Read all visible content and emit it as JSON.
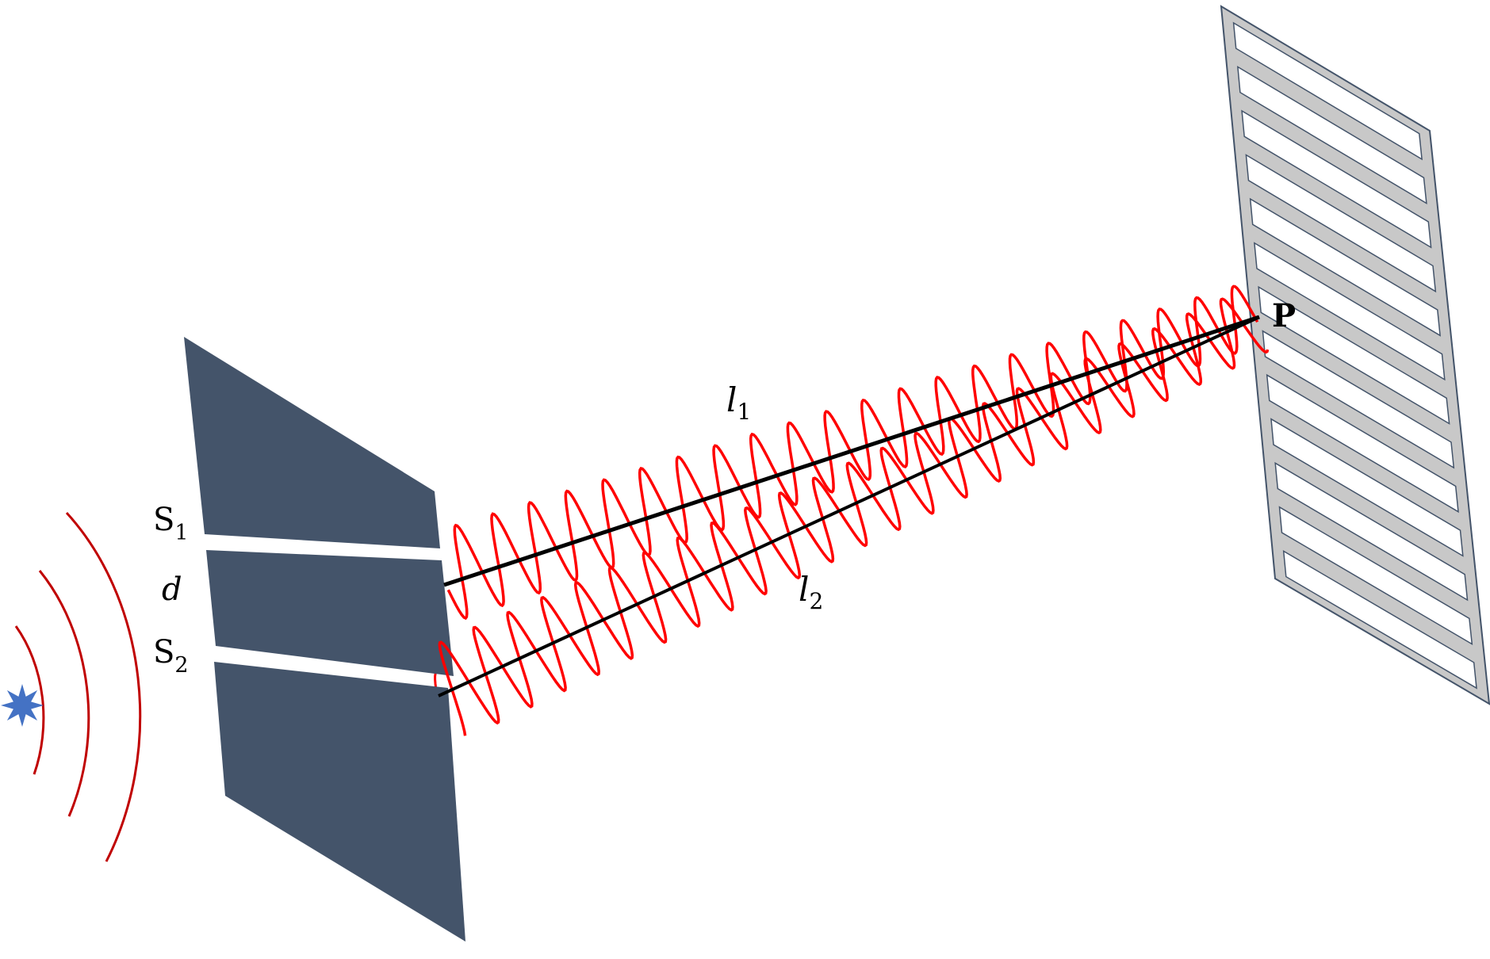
{
  "labels": {
    "s1_main": "S",
    "s1_sub": "1",
    "d": "d",
    "s2_main": "S",
    "s2_sub": "2",
    "l1_main": "l",
    "l1_sub": "1",
    "l2_main": "l",
    "l2_sub": "2",
    "p": "P"
  },
  "colors": {
    "background": "#ffffff",
    "wave": "#ff0000",
    "wavefront_arc": "#c00000",
    "barrier": "#44546a",
    "screen_fill": "#c8c8c8",
    "screen_stroke": "#44546a",
    "fringe_slot": "#ffffff",
    "path_line": "#000000",
    "source": "#4472c4"
  },
  "icons": {
    "source": "star-burst-icon"
  },
  "structure": {
    "slit_count": 2,
    "wavefront_arc_count": 3,
    "screen_bright_fringe_count": 13
  }
}
